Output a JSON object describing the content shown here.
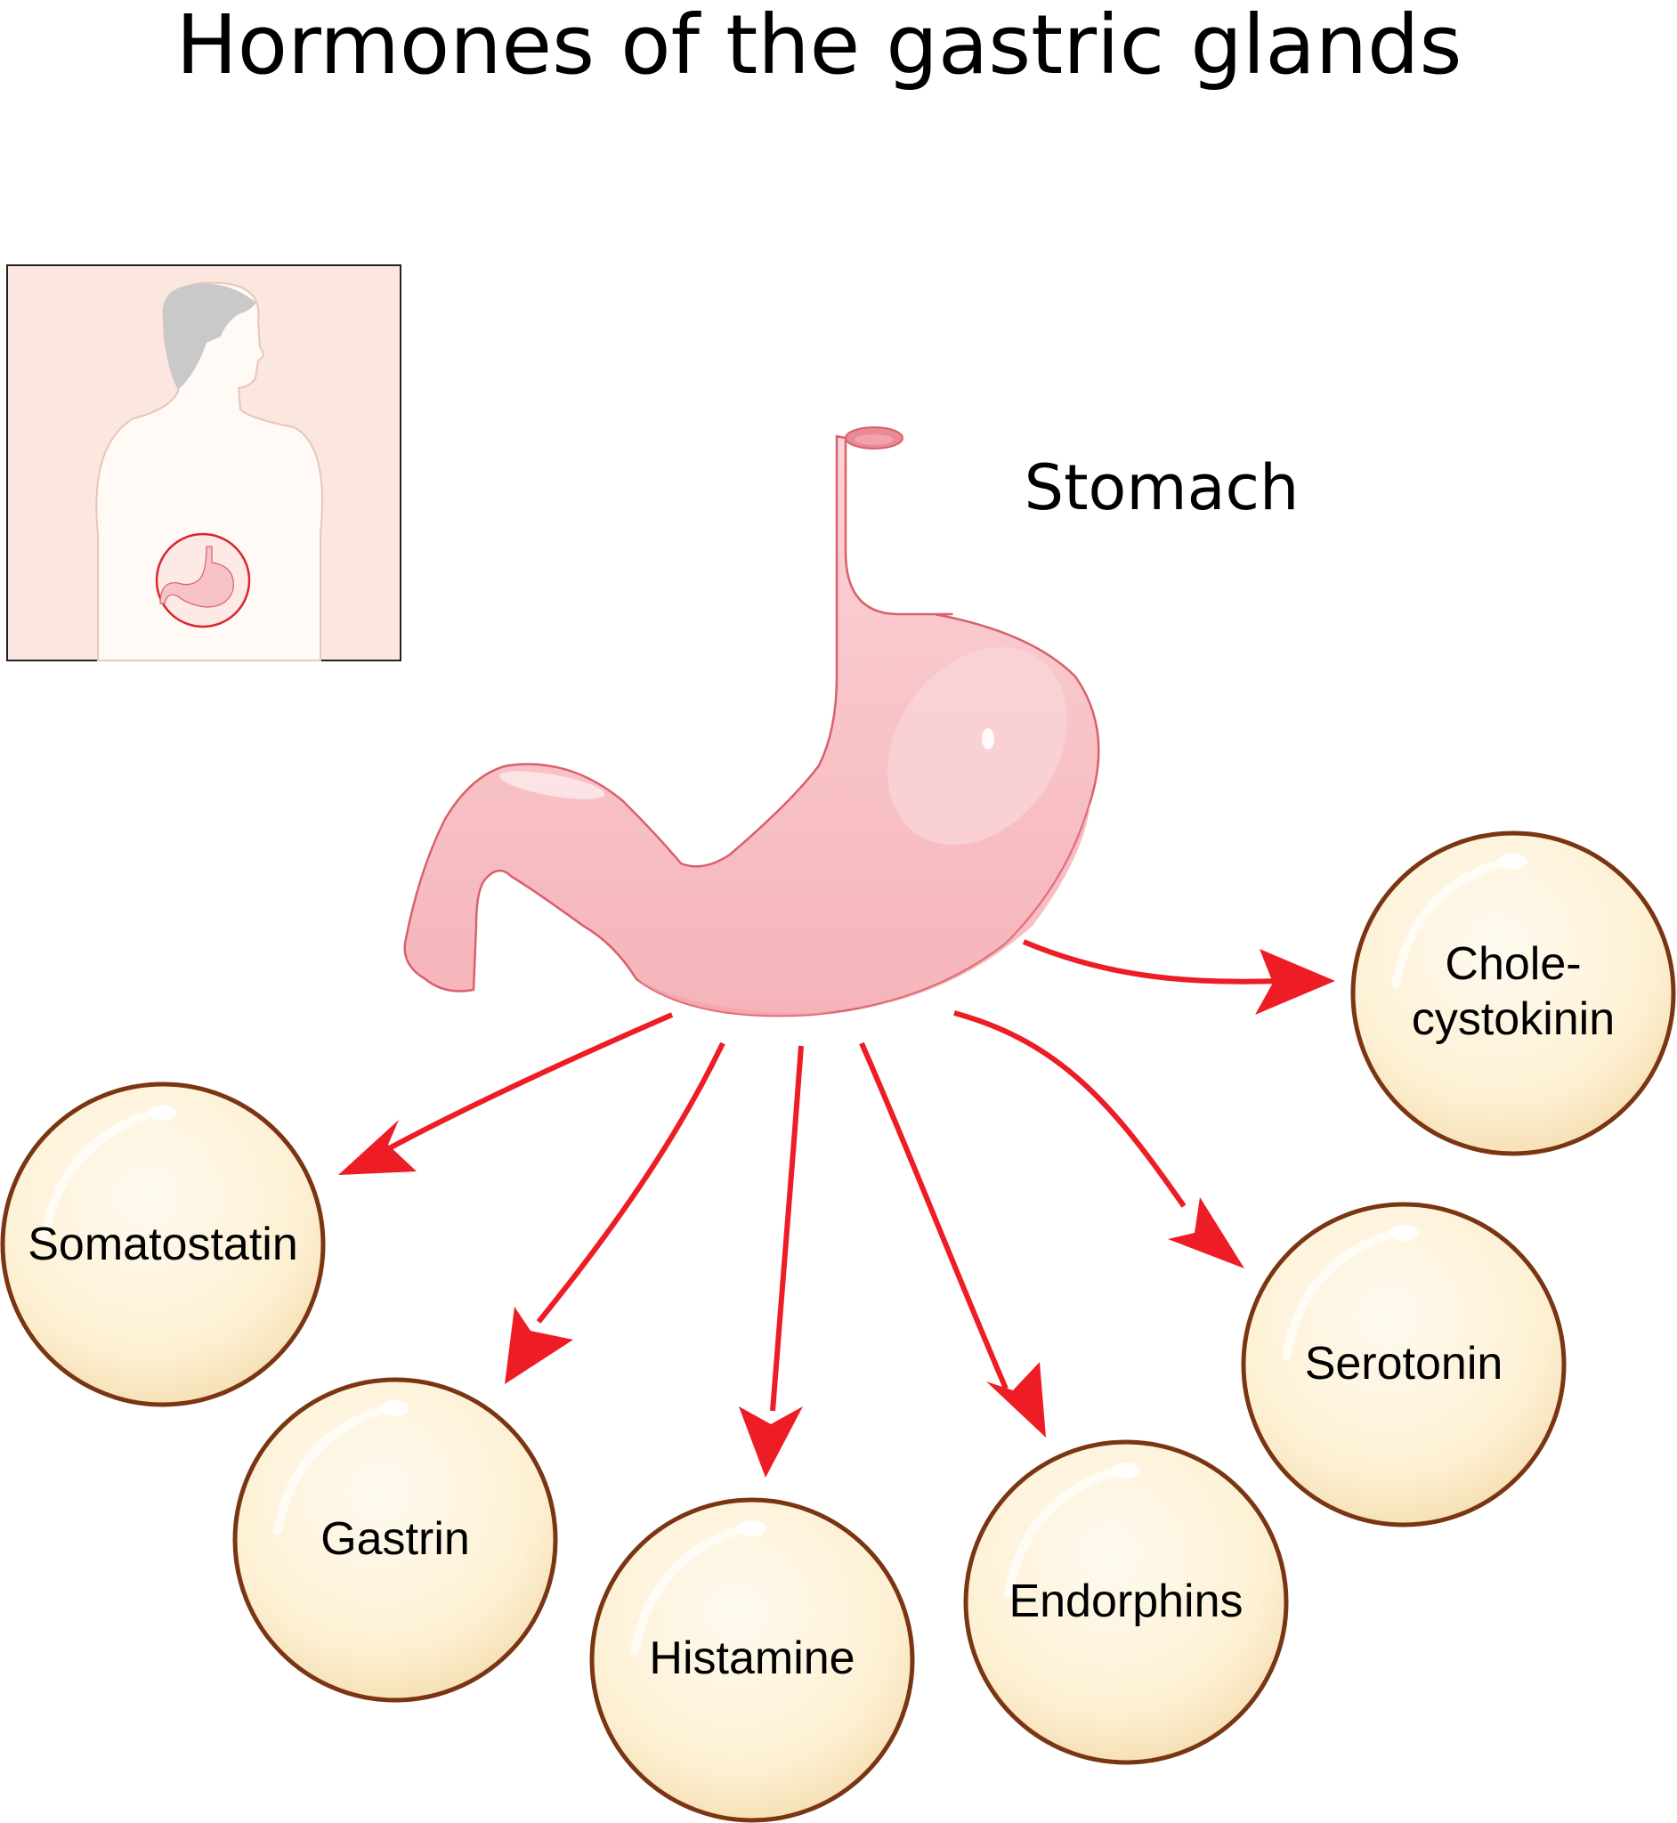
{
  "title": "Hormones of the gastric glands",
  "organ_label": "Stomach",
  "hormones": [
    {
      "lines": [
        "Somatostatin"
      ]
    },
    {
      "lines": [
        "Gastrin"
      ]
    },
    {
      "lines": [
        "Histamine"
      ]
    },
    {
      "lines": [
        "Endorphins"
      ]
    },
    {
      "lines": [
        "Serotonin"
      ]
    },
    {
      "lines": [
        "Chole-",
        "cystokinin"
      ]
    }
  ],
  "colors": {
    "arrow": "#ee1c24",
    "bubble_fill": "#fdf0d3",
    "bubble_stroke": "#7a3512",
    "stomach_fill": "#f7c3c7",
    "stomach_stroke": "#d9606c",
    "inset_background": "#fbe6e0"
  },
  "icons": {
    "inset": "human-torso-with-stomach-icon",
    "organ": "stomach-icon"
  }
}
